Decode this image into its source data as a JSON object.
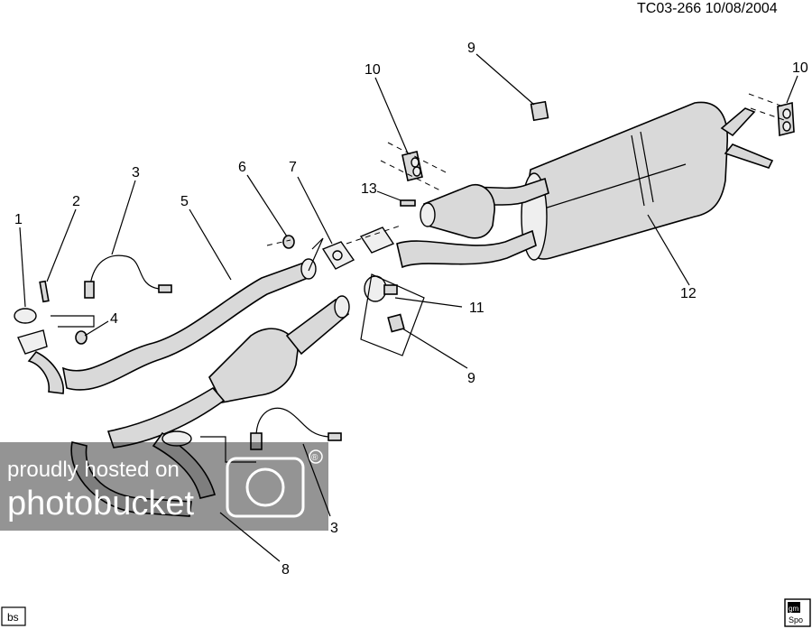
{
  "header": {
    "ref": "TC03-266 10/08/2004"
  },
  "callouts": [
    "1",
    "2",
    "3",
    "4",
    "5",
    "6",
    "7",
    "13",
    "9",
    "10",
    "10",
    "12",
    "11",
    "9",
    "3",
    "8"
  ],
  "watermark": {
    "line1": "proudly hosted on",
    "line2": "photobucket",
    "registered": "®"
  },
  "footer": {
    "left_tag": "bs",
    "badge_top": "gm",
    "badge_bottom": "Spo"
  }
}
